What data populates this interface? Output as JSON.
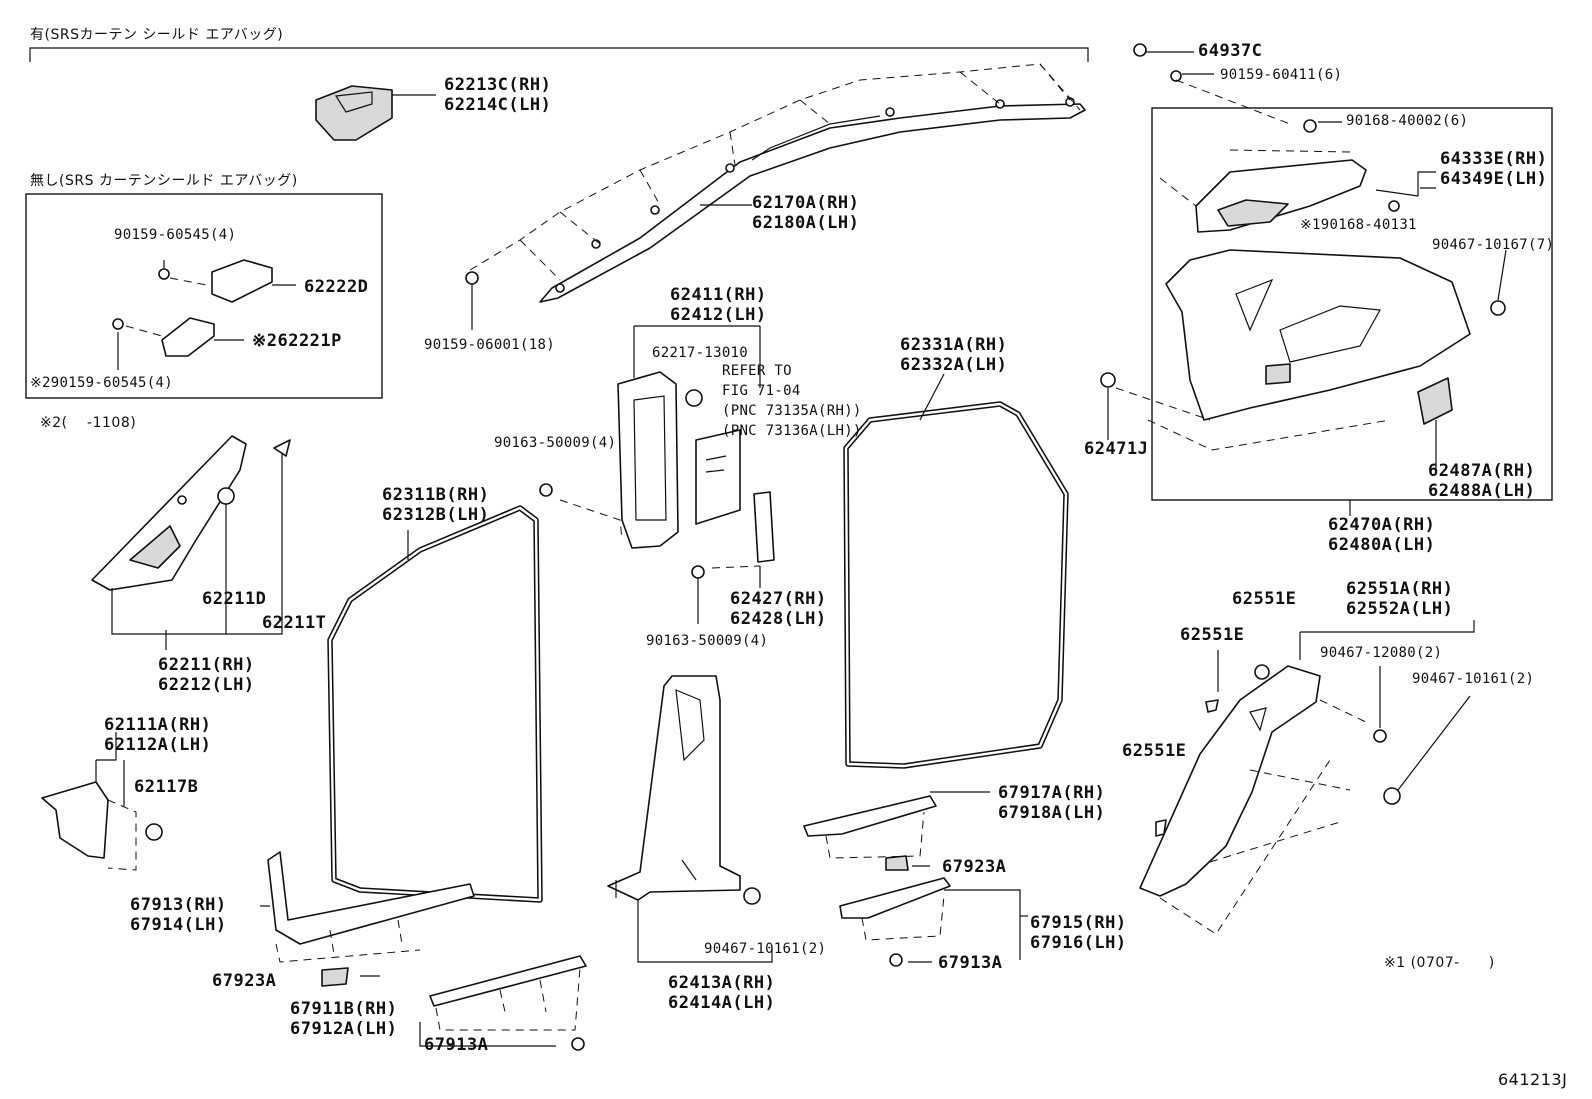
{
  "headers": {
    "with_airbag": "有(SRSカーテン シールド エアバッグ)",
    "without_airbag": "無し(SRS カーテンシールド エアバッグ)",
    "note2": "※2(　 -1108)",
    "note1": "※1 (0707-　　)",
    "diagram_code": "641213J"
  },
  "parts": {
    "p62213C": "62213C(RH)",
    "p62214C": "62214C(LH)",
    "p62170A": "62170A(RH)",
    "p62180A": "62180A(LH)",
    "p90159_06001": "90159-06001(18)",
    "p90159_60545": "90159-60545(4)",
    "p62222D": "62222D",
    "p62221P": "※262221P",
    "p90159_60545_2": "※290159-60545(4)",
    "p62211D": "62211D",
    "p62211T": "62211T",
    "p62211": "62211(RH)",
    "p62212": "62212(LH)",
    "p62111A": "62111A(RH)",
    "p62112A": "62112A(LH)",
    "p62117B": "62117B",
    "p67913": "67913(RH)",
    "p67914": "67914(LH)",
    "p67923A_1": "67923A",
    "p67911B": "67911B(RH)",
    "p67912A": "67912A(LH)",
    "p67913A_1": "67913A",
    "p62311B": "62311B(RH)",
    "p62312B": "62312B(LH)",
    "p62411": "62411(RH)",
    "p62412": "62412(LH)",
    "p62217_13010": "62217-13010",
    "refer1": "REFER TO",
    "refer2": "FIG 71-04",
    "refer3": "(PNC 73135A(RH))",
    "refer4": "(PNC 73136A(LH))",
    "p90163_50009_a": "90163-50009(4)",
    "p62427": "62427(RH)",
    "p62428": "62428(LH)",
    "p90163_50009_b": "90163-50009(4)",
    "p90467_10161_a": "90467-10161(2)",
    "p62413A": "62413A(RH)",
    "p62414A": "62414A(LH)",
    "p62331A": "62331A(RH)",
    "p62332A": "62332A(LH)",
    "p67917A": "67917A(RH)",
    "p67918A": "67918A(LH)",
    "p67923A_2": "67923A",
    "p67915": "67915(RH)",
    "p67916": "67916(LH)",
    "p67913A_2": "67913A",
    "p64937C": "64937C",
    "p90159_60411": "90159-60411(6)",
    "p90168_40002": "90168-40002(6)",
    "p64333E": "64333E(RH)",
    "p64349E": "64349E(LH)",
    "p90168_40131": "※190168-40131",
    "p90467_10167": "90467-10167(7)",
    "p62471J": "62471J",
    "p62487A": "62487A(RH)",
    "p62488A": "62488A(LH)",
    "p62470A": "62470A(RH)",
    "p62480A": "62480A(LH)",
    "p62551E_1": "62551E",
    "p62551E_2": "62551E",
    "p62551E_3": "62551E",
    "p62551A": "62551A(RH)",
    "p62552A": "62552A(LH)",
    "p90467_12080": "90467-12080(2)",
    "p90467_10161_b": "90467-10161(2)"
  }
}
